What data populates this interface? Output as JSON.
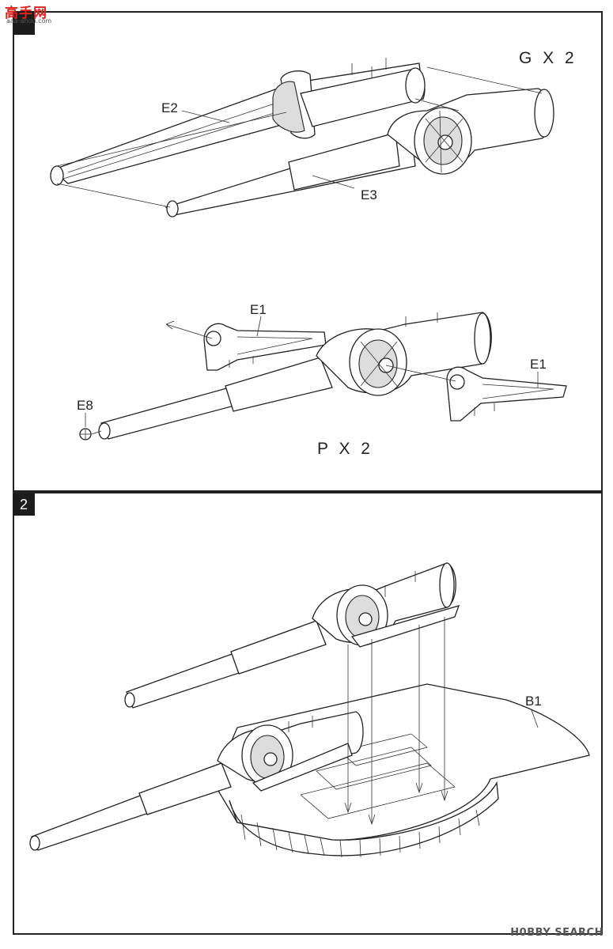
{
  "header": {
    "logo_text": "高手网",
    "logo_subtext": "aaa-ahou.com"
  },
  "step1": {
    "upper_assembly": {
      "quantity_label": "G X 2",
      "part_labels": [
        "E2",
        "E3"
      ]
    },
    "lower_assembly": {
      "quantity_label": "P X 2",
      "part_labels": [
        "E1",
        "E1",
        "E8"
      ]
    }
  },
  "step2": {
    "step_number": "2",
    "part_labels": [
      "B1"
    ]
  },
  "footer": {
    "watermark": "H0BBY SEARCH"
  }
}
